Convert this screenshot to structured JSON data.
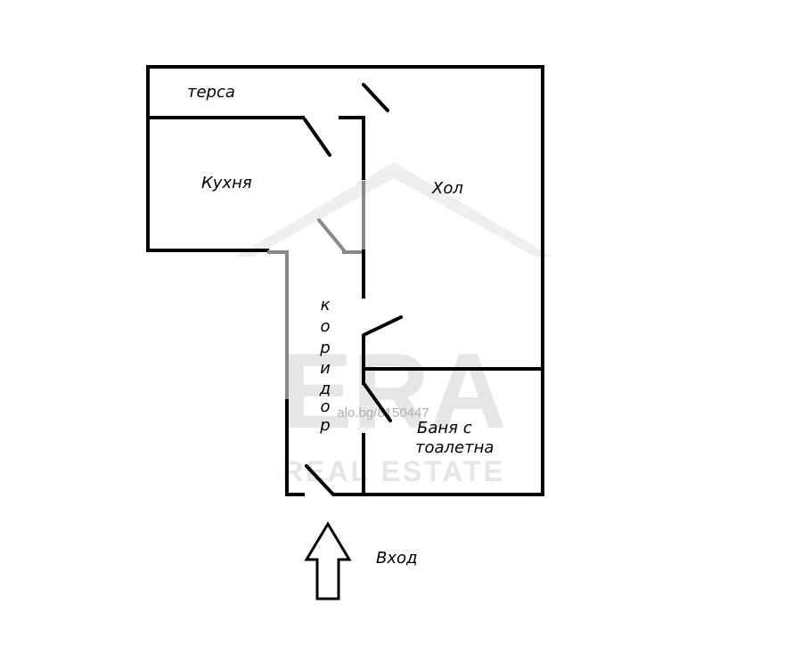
{
  "rooms": {
    "terrace": "терса",
    "kitchen": "Кухня",
    "living_room": "Хол",
    "corridor_letters": [
      "к",
      "о",
      "р",
      "и",
      "д",
      "о",
      "р"
    ],
    "bathroom_line1": "Баня с",
    "bathroom_line2": "тоалетна"
  },
  "entrance_label": "Вход",
  "watermark": {
    "brand": "ERA",
    "tagline": "REAL ESTATE",
    "listing_ref": "alo.bg/8150447"
  }
}
